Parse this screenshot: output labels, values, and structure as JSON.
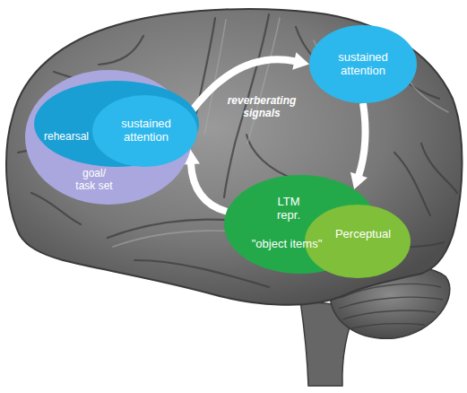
{
  "diagram": {
    "nodes": [
      {
        "text": [
          "goal/ task set"
        ]
      },
      {
        "text": [
          "rehearsal"
        ],
        "in": 0
      },
      {
        "text": [
          "sustained attention"
        ],
        "in": 1
      },
      {
        "text": [
          "sustained attention"
        ]
      },
      {
        "text": [
          "LTM repr.",
          "\"object items\""
        ]
      },
      {
        "text": [
          "Perceptual"
        ]
      }
    ],
    "edges": [
      {
        "from": 2,
        "to": 3,
        "arrow": "to"
      },
      {
        "from": 3,
        "to": 4,
        "arrow": "to"
      },
      {
        "from": 4,
        "to": 2,
        "arrow": "to"
      }
    ],
    "labels": [
      "reverberating signals"
    ]
  }
}
